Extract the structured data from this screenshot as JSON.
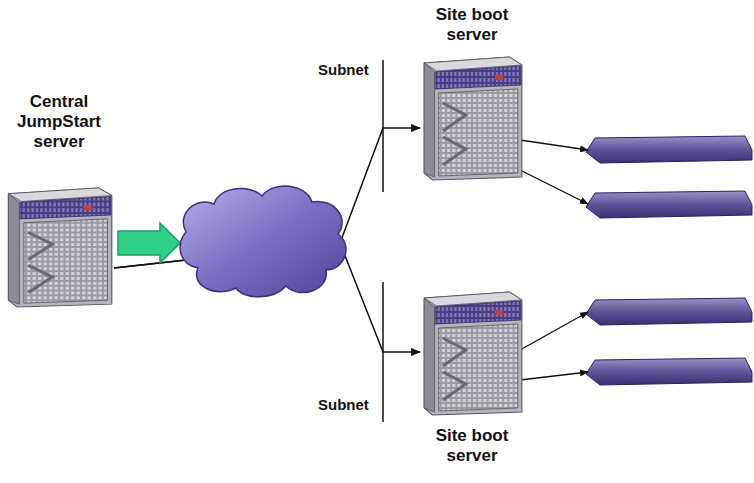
{
  "diagram": {
    "nodes": [
      {
        "text": [
          "Central JumpStart server"
        ]
      },
      {
        "text": [
          "Site boot server"
        ]
      },
      {
        "text": [
          "Site boot server"
        ]
      }
    ],
    "edges": [
      {
        "from": 0,
        "to": 1,
        "arrow": "to"
      },
      {
        "from": 0,
        "to": 2,
        "arrow": "to"
      }
    ],
    "labels": [
      "Subnet",
      "Subnet"
    ]
  }
}
